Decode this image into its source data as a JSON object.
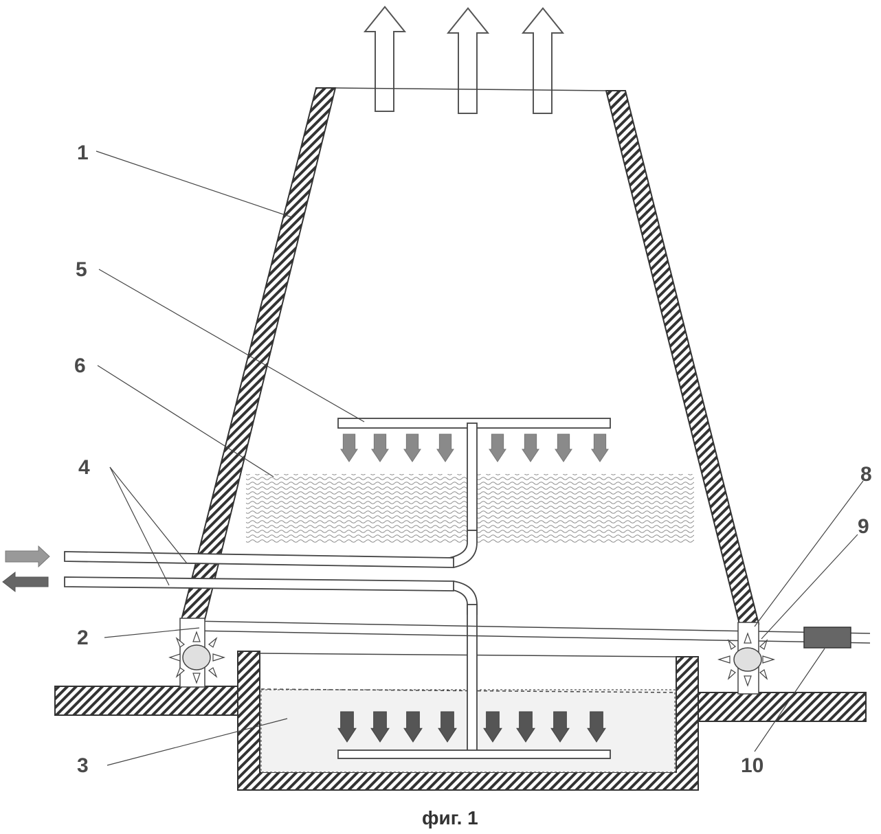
{
  "labels": {
    "l1": "1",
    "l2": "2",
    "l3": "3",
    "l4": "4",
    "l5": "5",
    "l6": "6",
    "l8": "8",
    "l9": "9",
    "l10": "10"
  },
  "caption": "фиг. 1",
  "colors": {
    "hatch": "#333333",
    "outline": "#444444",
    "arrow_gray": "#8a8a8a",
    "arrow_dark": "#555555",
    "wave": "#9a9a9a",
    "water": "#f0f0f0"
  }
}
